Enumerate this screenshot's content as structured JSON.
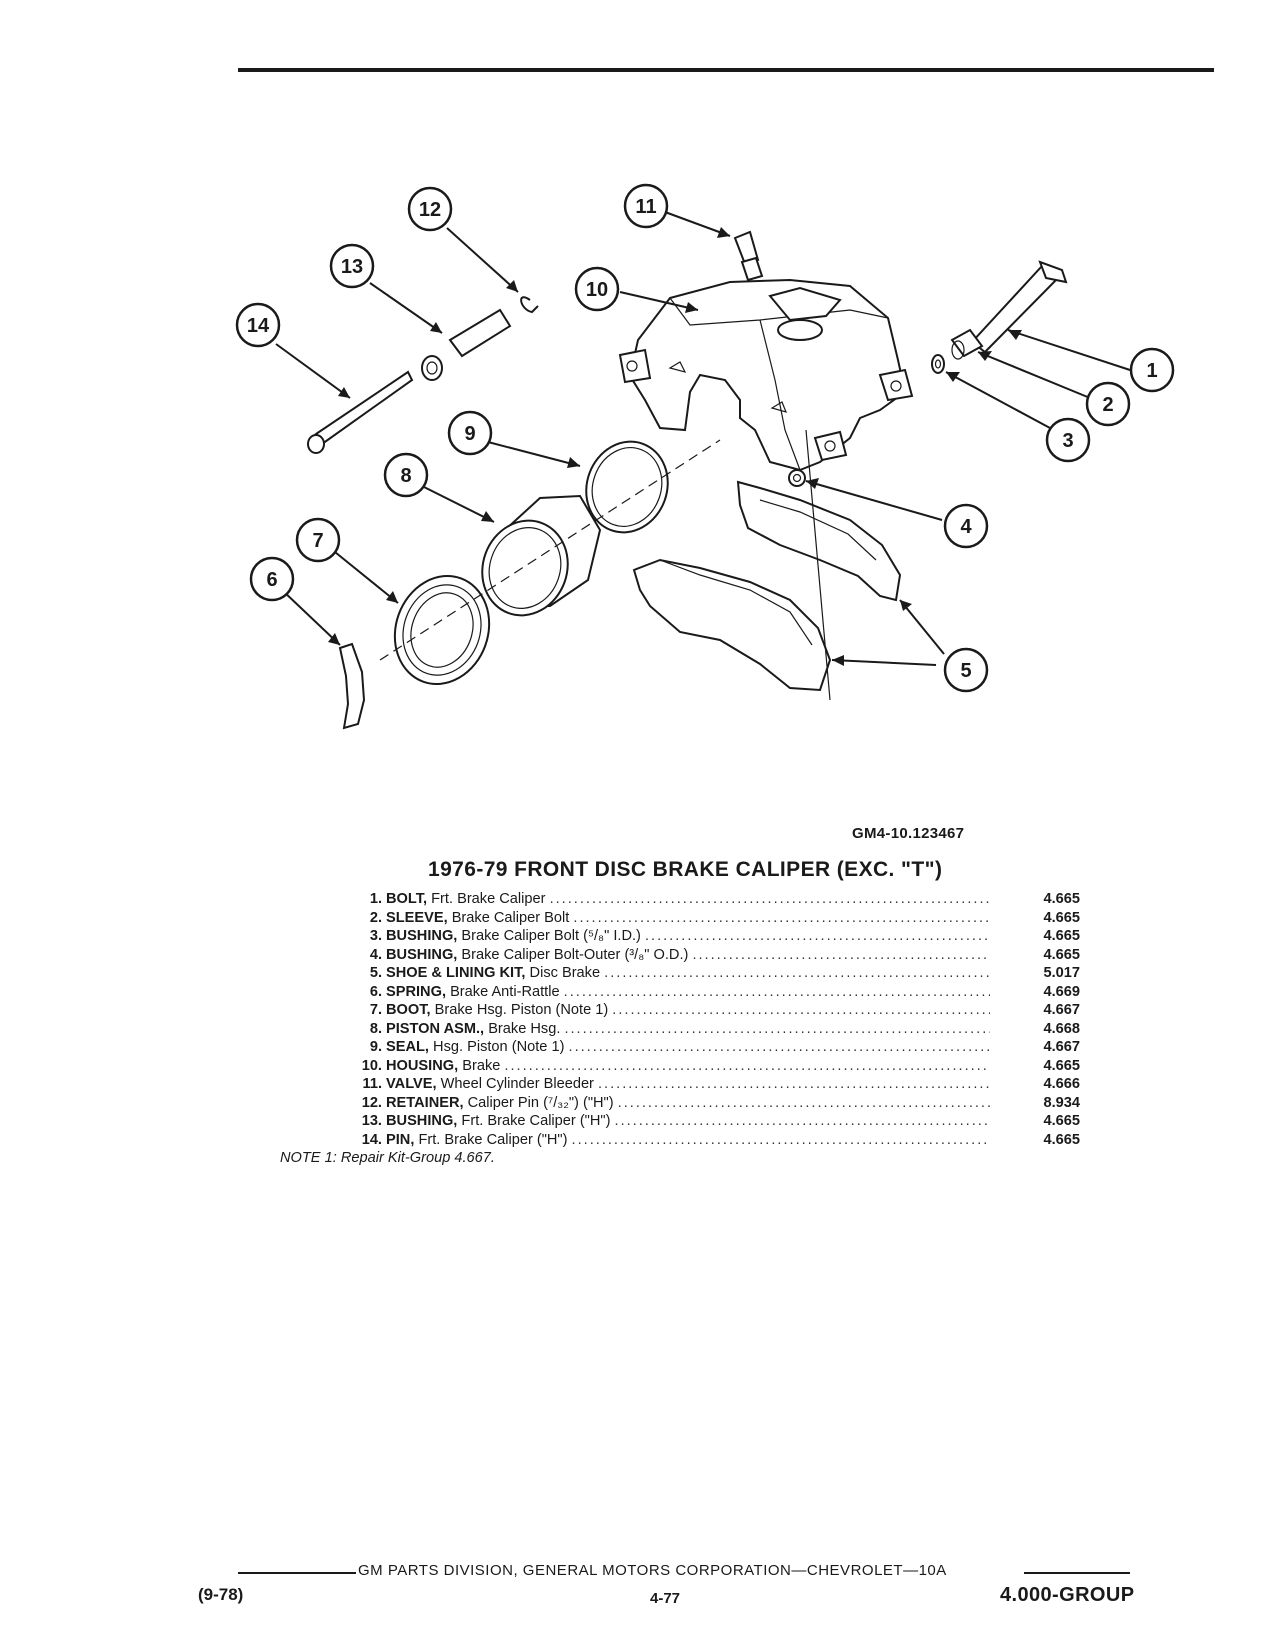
{
  "diagram": {
    "callouts": [
      "1",
      "2",
      "3",
      "4",
      "5",
      "6",
      "7",
      "8",
      "9",
      "10",
      "11",
      "12",
      "13",
      "14"
    ]
  },
  "figure_code": "GM4-10.123467",
  "title": "1976-79 FRONT DISC BRAKE CALIPER (EXC. \"T\")",
  "parts": [
    {
      "num": "1.",
      "name": "BOLT,",
      "desc": "Frt. Brake Caliper",
      "group": "4.665"
    },
    {
      "num": "2.",
      "name": "SLEEVE,",
      "desc": "Brake Caliper Bolt",
      "group": "4.665"
    },
    {
      "num": "3.",
      "name": "BUSHING,",
      "desc": "Brake Caliper Bolt (⁵/₈\" I.D.)",
      "group": "4.665"
    },
    {
      "num": "4.",
      "name": "BUSHING,",
      "desc": "Brake Caliper Bolt-Outer (³/₈\" O.D.)",
      "group": "4.665"
    },
    {
      "num": "5.",
      "name": "SHOE & LINING KIT,",
      "desc": "Disc Brake",
      "group": "5.017"
    },
    {
      "num": "6.",
      "name": "SPRING,",
      "desc": "Brake Anti-Rattle",
      "group": "4.669"
    },
    {
      "num": "7.",
      "name": "BOOT,",
      "desc": "Brake Hsg. Piston (Note 1)",
      "group": "4.667"
    },
    {
      "num": "8.",
      "name": "PISTON ASM.,",
      "desc": "Brake Hsg.",
      "group": "4.668"
    },
    {
      "num": "9.",
      "name": "SEAL,",
      "desc": "Hsg. Piston (Note 1)",
      "group": "4.667"
    },
    {
      "num": "10.",
      "name": "HOUSING,",
      "desc": "Brake",
      "group": "4.665"
    },
    {
      "num": "11.",
      "name": "VALVE,",
      "desc": "Wheel Cylinder Bleeder",
      "group": "4.666"
    },
    {
      "num": "12.",
      "name": "RETAINER,",
      "desc": "Caliper Pin (⁷/₃₂\") (\"H\")",
      "group": "8.934"
    },
    {
      "num": "13.",
      "name": "BUSHING,",
      "desc": "Frt. Brake Caliper (\"H\")",
      "group": "4.665"
    },
    {
      "num": "14.",
      "name": "PIN,",
      "desc": "Frt. Brake Caliper (\"H\")",
      "group": "4.665"
    }
  ],
  "note": "NOTE 1: Repair Kit-Group 4.667.",
  "footer": {
    "center": "GM PARTS DIVISION, GENERAL MOTORS CORPORATION—CHEVROLET—10A",
    "left": "(9-78)",
    "page": "4-77",
    "right": "4.000-GROUP"
  }
}
